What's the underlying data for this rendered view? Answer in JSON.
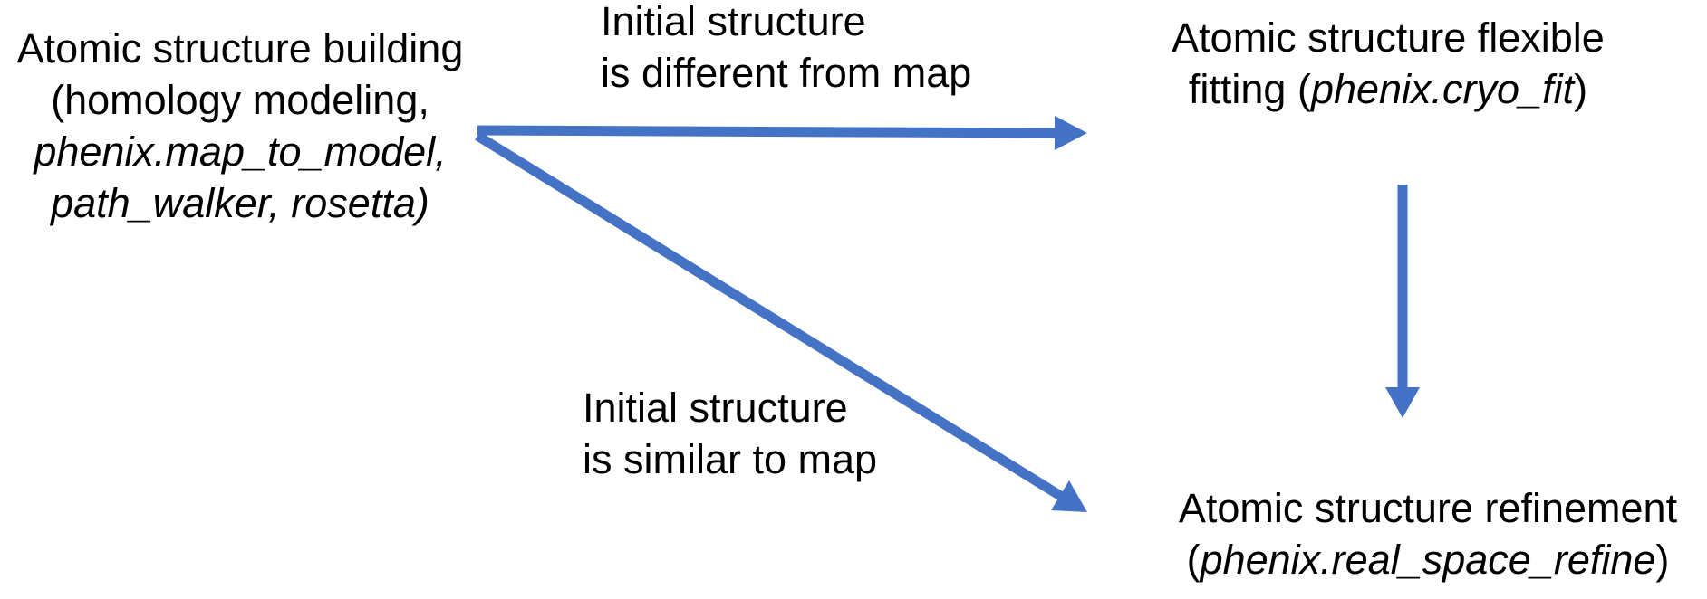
{
  "colors": {
    "arrow": "#4472C4",
    "text": "#000000",
    "background": "#FFFFFF"
  },
  "nodes": {
    "building": {
      "line1": "Atomic structure building",
      "line2": "(homology modeling,",
      "line3": "phenix.map_to_model,",
      "line4": "path_walker, rosetta)"
    },
    "flexible_fitting": {
      "line1": "Atomic structure flexible",
      "line2_pre": "fitting (",
      "line2_italic": "phenix.cryo_fit",
      "line2_post": ")"
    },
    "refinement": {
      "line1": "Atomic structure refinement",
      "line2_pre": "(",
      "line2_italic": "phenix.real_space_refine",
      "line2_post": ")"
    }
  },
  "edge_labels": {
    "different": {
      "line1": "Initial structure",
      "line2": "is different from map"
    },
    "similar": {
      "line1": "Initial structure",
      "line2": "is similar to map"
    }
  },
  "arrows": [
    {
      "name": "building-to-fitting",
      "from": "building",
      "to": "flexible_fitting",
      "direction": "right",
      "condition_label": "different"
    },
    {
      "name": "building-to-refinement",
      "from": "building",
      "to": "refinement",
      "direction": "down-right",
      "condition_label": "similar"
    },
    {
      "name": "fitting-to-refinement",
      "from": "flexible_fitting",
      "to": "refinement",
      "direction": "down",
      "condition_label": ""
    }
  ]
}
